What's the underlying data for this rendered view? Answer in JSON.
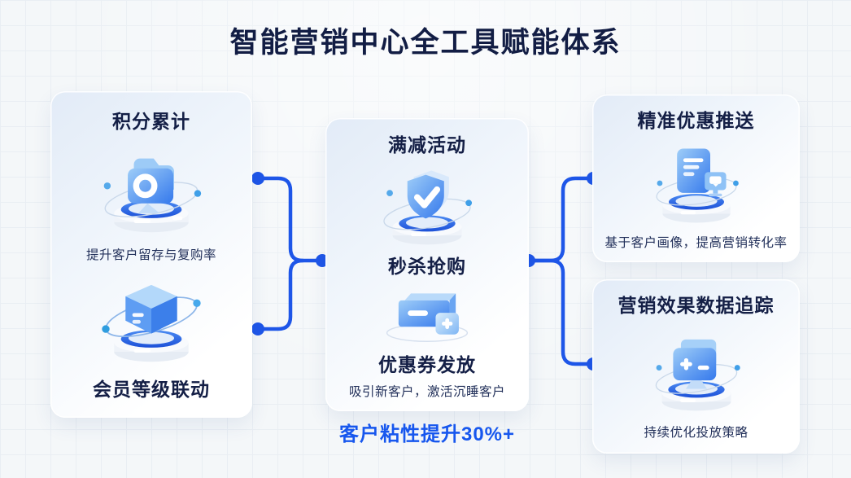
{
  "title": "智能营销中心全工具赋能体系",
  "metric_banner": "客户粘性提升30%+",
  "cards": {
    "loyalty": {
      "heading_top": "积分累计",
      "icon_top": "folder-ring-icon",
      "caption": "提升客户留存与复购率",
      "icon_bottom": "cube-orbit-icon",
      "heading_bottom": "会员等级联动"
    },
    "promotion": {
      "heading_top": "满减活动",
      "icon_top": "shield-check-icon",
      "heading_middle": "秒杀抢购",
      "icon_bottom": "coupon-plus-icon",
      "heading_bottom": "优惠券发放",
      "caption": "吸引新客户，激活沉睡客户"
    },
    "push": {
      "heading": "精准优惠推送",
      "icon": "document-push-icon",
      "caption": "基于客户画像，提高营销转化率"
    },
    "tracking": {
      "heading": "营销效果数据追踪",
      "icon": "calculator-folder-icon",
      "caption": "持续优化投放策略"
    }
  },
  "colors": {
    "connector_blue": "#1E56E8",
    "heading_navy": "#141F46",
    "metric_blue": "#1757EE",
    "icon_blue": "#3B7FF0",
    "card_tint": "#E3ECF7",
    "background": "#F4F7F9"
  }
}
